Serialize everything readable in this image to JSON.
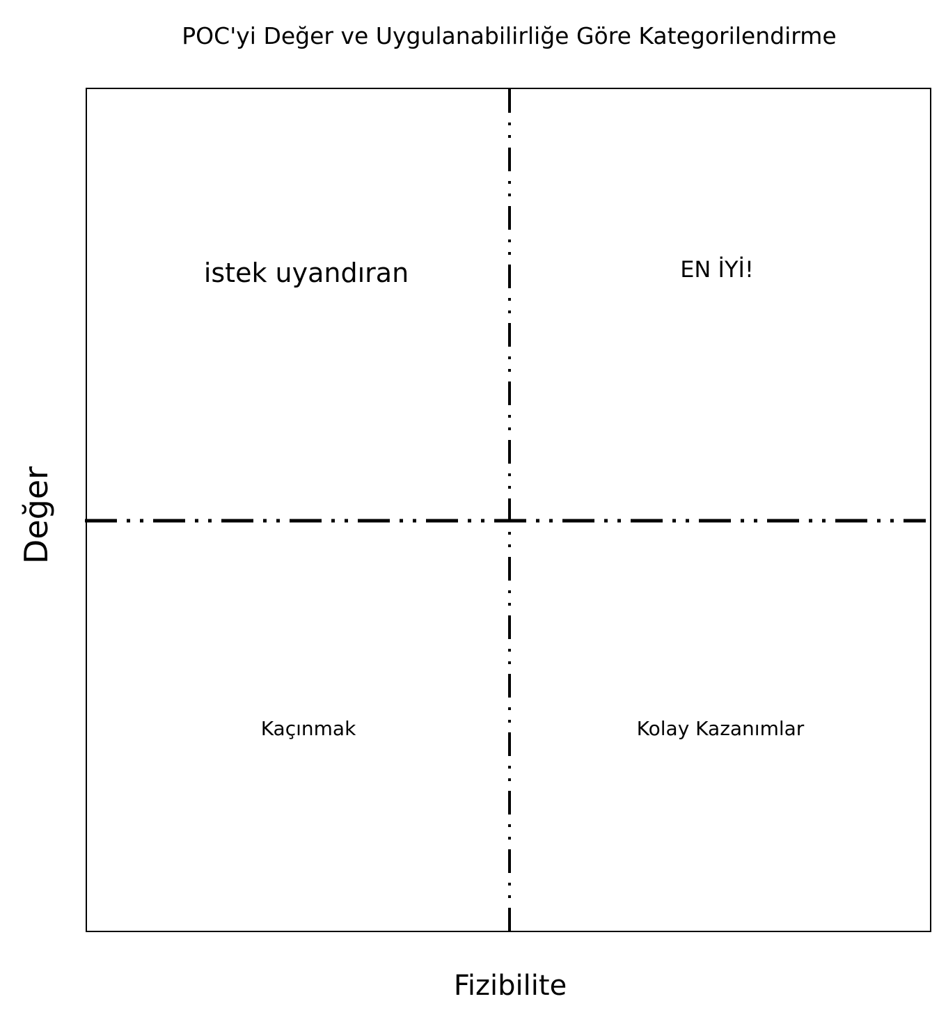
{
  "title": "POC'yi Değer ve Uygulanabilirliğe Göre Kategorilendirme",
  "axes": {
    "x_label": "Fizibilite",
    "y_label": "Değer"
  },
  "quadrants": {
    "top_left": "istek uyandıran",
    "top_right": "EN İYİ!",
    "bottom_left": "Kaçınmak",
    "bottom_right": "Kolay Kazanımlar"
  },
  "colors": {
    "line": "#000000",
    "background": "#ffffff"
  }
}
